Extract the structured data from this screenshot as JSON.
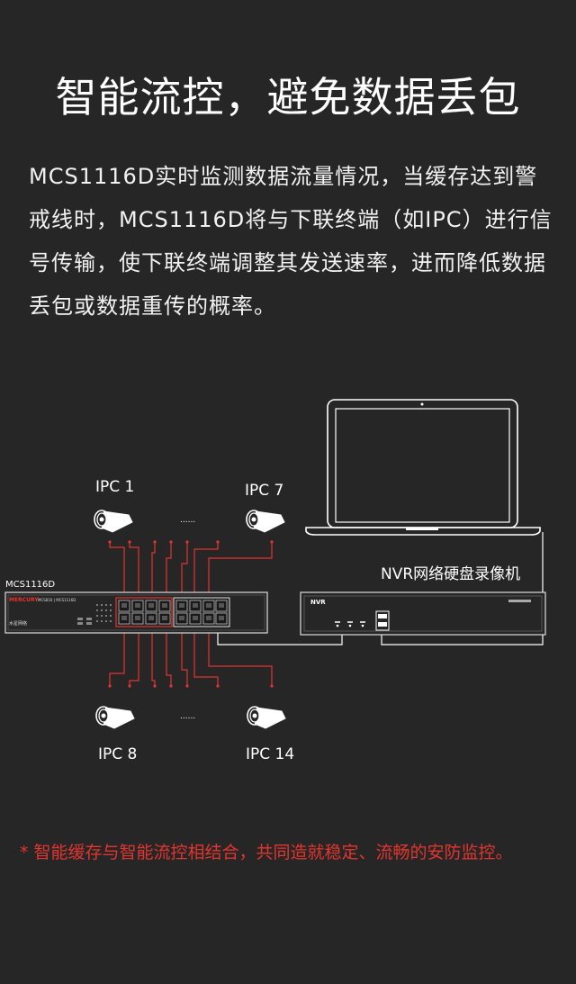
{
  "header": {
    "title": "智能流控，避免数据丢包",
    "description": "MCS1116D实时监测数据流量情况，当缓存达到警戒线时，MCS1116D将与下联终端（如IPC）进行信号传输，使下联终端调整其发送速率，进而降低数据丢包或数据重传的概率。"
  },
  "diagram": {
    "switch_model": "MCS1116D",
    "switch_brand": "MERCURY",
    "switch_brand_cn": "水星网络",
    "switch_panel_model": "MCS816 | MCS1116D",
    "nvr_caption": "NVR网络硬盘录像机",
    "nvr_label": "NVR",
    "ipc_top_left": "IPC 1",
    "ipc_top_right": "IPC 7",
    "ipc_bottom_left": "IPC 8",
    "ipc_bottom_right": "IPC 14",
    "ellipsis": "......",
    "colors": {
      "link_red": "#e3352f",
      "link_white": "#ffffff"
    }
  },
  "footnote": "* 智能缓存与智能流控相结合，共同造就稳定、流畅的安防监控。"
}
